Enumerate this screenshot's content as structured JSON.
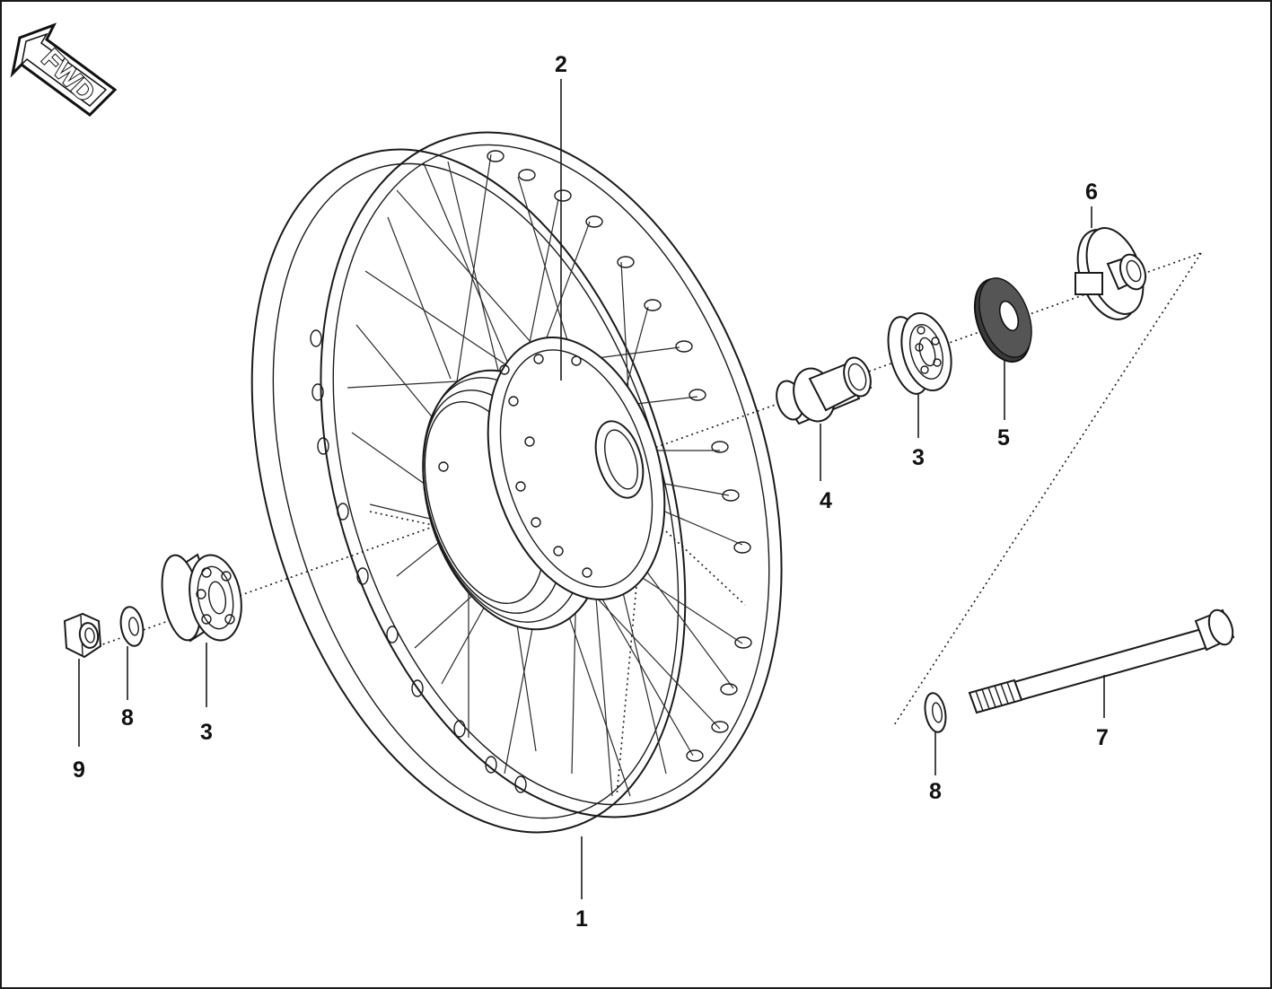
{
  "fwd_badge": {
    "text": "FWD",
    "icon": "fwd-arrow-icon"
  },
  "callouts": {
    "rim": "1",
    "hub": "2",
    "bearing_right": "3",
    "bearing_left": "3",
    "spacer": "4",
    "seal": "5",
    "collar": "6",
    "axle": "7",
    "washer_right": "8",
    "washer_left": "8",
    "nut": "9"
  }
}
